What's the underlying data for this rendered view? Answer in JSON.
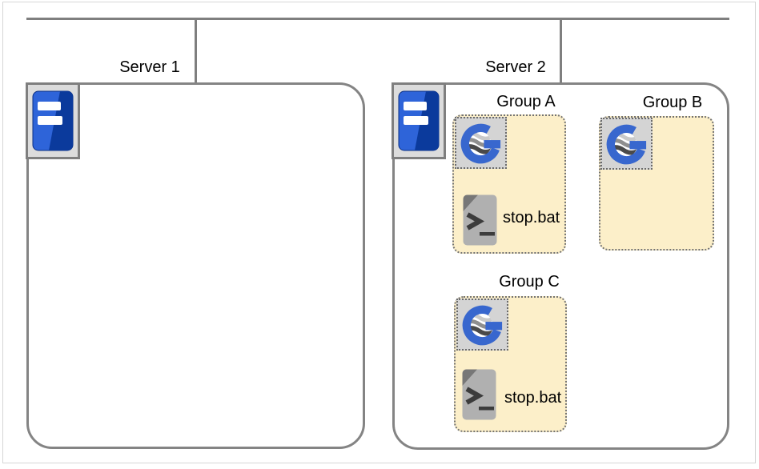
{
  "servers": [
    {
      "label": "Server 1",
      "groups": []
    },
    {
      "label": "Server 2",
      "groups": [
        {
          "label": "Group A",
          "app_icon": "g-globe-logo-icon",
          "file_label": "stop.bat"
        },
        {
          "label": "Group B",
          "app_icon": "g-globe-logo-icon",
          "file_label": null
        },
        {
          "label": "Group C",
          "app_icon": "g-globe-logo-icon",
          "file_label": "stop.bat"
        }
      ]
    }
  ],
  "icons": {
    "server": "server-tower-icon",
    "app": "g-globe-logo-icon",
    "file": "terminal-batch-file-icon"
  },
  "colors": {
    "connector_gray": "#7f7f7f",
    "server_border_gray": "#848484",
    "group_fill_cream": "#fcefc9",
    "group_border_gray": "#737373",
    "icon_box_gray": "#d4d4d4",
    "logo_blue": "#3867ce",
    "server_icon_blue_light": "#2e64d9",
    "server_icon_blue_dark": "#0b3a9c",
    "file_icon_gray": "#b0b0b0",
    "file_fold_gray": "#777777",
    "glyph_dark": "#3c3c3c"
  }
}
